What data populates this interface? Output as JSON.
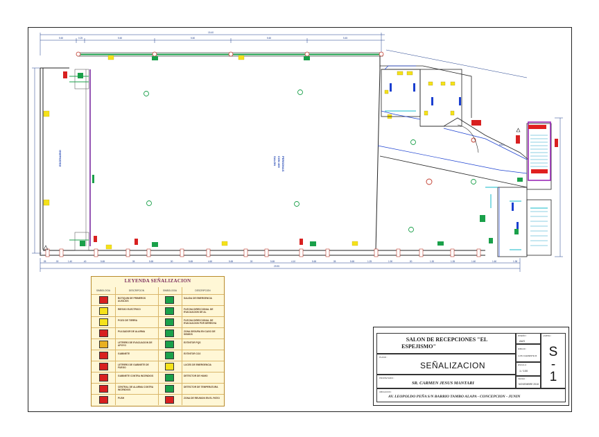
{
  "plan": {
    "rooms": {
      "main_hall_line1": "SALON",
      "main_hall_line2": "CON 400",
      "main_hall_line3": "PERSONAS",
      "stage": "ESCENARIO",
      "hall_west": "HALL"
    },
    "total_dimension": "29.95",
    "top_dimension": "15.40"
  },
  "legend": {
    "title": "LEYENDA SEÑALIZACION",
    "col_symbol": "SIMBOLOGIA",
    "col_description": "DESCRIPCION",
    "left": [
      {
        "icon": "first-aid-icon",
        "text": "BOTIQUIN DE PRIMEROS AUXILIOS"
      },
      {
        "icon": "electric-risk-icon",
        "text": "RIESGO ELECTRICO"
      },
      {
        "icon": "ground-icon",
        "text": "POZO DE TIERRA"
      },
      {
        "icon": "alarm-pushbutton-icon",
        "text": "PULSADOR DE ALARMA"
      },
      {
        "icon": "evacuation-sign-icon",
        "text": "LETRERO DE EVACUACION DE APOYO"
      },
      {
        "icon": "cabinet-icon",
        "text": "GABINETE"
      },
      {
        "icon": "fire-cabinet-sign-icon",
        "text": "LETRERO DE GABINETE DE FUEGO"
      },
      {
        "icon": "fire-hose-icon",
        "text": "GABINETE CONTRA INCENDIOS"
      },
      {
        "icon": "hose-sign-icon",
        "text": "CENTRAL DE ALARMA CONTRA INCENDIOS"
      },
      {
        "icon": "door-icon",
        "text": "PUSH"
      }
    ],
    "right": [
      {
        "icon": "exit-sign-icon",
        "text": "SALIDA DE EMERGENCIA"
      },
      {
        "icon": "directional-arrow-icon",
        "text": "FLECHA DIRECCIONAL DE EVACUACION DE AL"
      },
      {
        "icon": "directional-arrow-right-icon",
        "text": "FLECHA DIRECCIONAL DE EVACUACION POR DERECHA"
      },
      {
        "icon": "safe-zone-icon",
        "text": "ZONA SEGURA EN CASO DE SISMOS"
      },
      {
        "icon": "extinguisher-pqs-icon",
        "text": "EXTINTOR PQS"
      },
      {
        "icon": "extinguisher-co2-icon",
        "text": "EXTINTOR CO2"
      },
      {
        "icon": "emergency-light-icon",
        "text": "LUCES DE EMERGENCIA"
      },
      {
        "icon": "smoke-detector-icon",
        "text": "DETECTOR DE HUMO"
      },
      {
        "icon": "temperature-detector-icon",
        "text": "DETECTOR DE TEMPERATURA"
      },
      {
        "icon": "emergency-zone-icon",
        "text": "ZONA DE REUNION EN EL PATIO"
      }
    ]
  },
  "titleblock": {
    "project_line1": "SALON DE RECEPCIONES \"EL",
    "project_line2": "ESPEJISMO\"",
    "drawing_label": "PLANO :",
    "drawing_title": "SEÑALIZACION",
    "owner_label": "PROPIETARIO :",
    "owner": "SR. CARMEN JESUS MANTARI",
    "location_label": "UBICACION :",
    "location": "AV. LEOPOLDO PEÑA S/N BARRIO TAMBO ALAPA - CONCEPCION - JUNIN",
    "designer_label": "DISEÑO :",
    "designer": "A&S",
    "drawn_label": "DIBUJO :",
    "drawn": "LUIS CLEMENTE M.",
    "scale_label": "ESCALA :",
    "scale": "1 / 100",
    "date_label": "FECHA :",
    "date": "NOVIEMBRE 2018",
    "sheet_label": "LAMINA :",
    "sheet_line1": "S",
    "sheet_line2": "-",
    "sheet_line3": "1"
  }
}
